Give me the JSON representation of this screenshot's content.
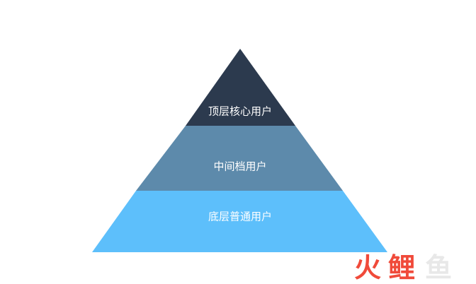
{
  "pyramid": {
    "tiers": [
      {
        "label": "顶层核心用户",
        "color": "#2c3a4e"
      },
      {
        "label": "中间档用户",
        "color": "#5d8aab"
      },
      {
        "label": "底层普通用户",
        "color": "#5dbffb"
      }
    ]
  },
  "watermark": {
    "chars": [
      "火",
      "鲤",
      "鱼"
    ],
    "colors": [
      "#f04a3a",
      "#f04a3a",
      "#e8e8e8"
    ]
  }
}
